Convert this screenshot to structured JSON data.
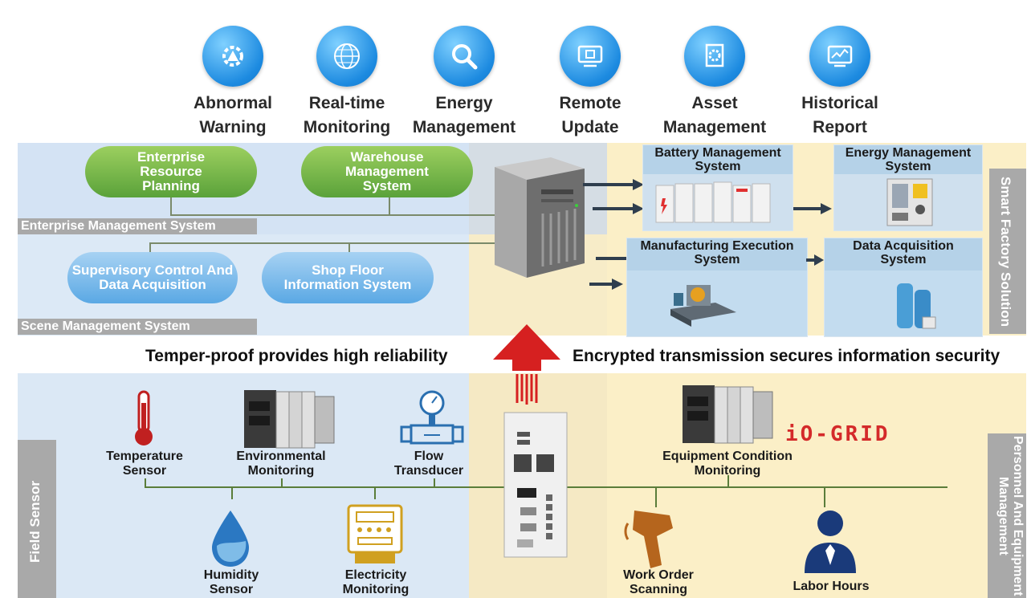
{
  "features": [
    {
      "label": "Abnormal Warning",
      "line1": "Abnormal",
      "line2": "Warning",
      "icon": "gear-warning-icon"
    },
    {
      "label": "Real-time Monitoring",
      "line1": "Real-time",
      "line2": "Monitoring",
      "icon": "globe-icon"
    },
    {
      "label": "Energy Management",
      "line1": "Energy",
      "line2": "Management",
      "icon": "magnifier-icon"
    },
    {
      "label": "Remote Update",
      "line1": "Remote",
      "line2": "Update",
      "icon": "monitor-icon"
    },
    {
      "label": "Asset Management",
      "line1": "Asset",
      "line2": "Management",
      "icon": "document-gear-icon"
    },
    {
      "label": "Historical Report",
      "line1": "Historical",
      "line2": "Report",
      "icon": "chart-monitor-icon"
    }
  ],
  "enterprise": {
    "title": "Enterprise Management System",
    "erp_l1": "Enterprise",
    "erp_l2": "Resource",
    "erp_l3": "Planning",
    "wms_l1": "Warehouse",
    "wms_l2": "Management",
    "wms_l3": "System"
  },
  "scene": {
    "title": "Scene Management System",
    "scada_l1": "Supervisory Control And",
    "scada_l2": "Data Acquisition",
    "sfis_l1": "Shop Floor",
    "sfis_l2": "Information System"
  },
  "systems": {
    "bms_l1": "Battery Management",
    "bms_l2": "System",
    "ems_l1": "Energy Management",
    "ems_l2": "System",
    "mes_l1": "Manufacturing Execution",
    "mes_l2": "System",
    "das_l1": "Data Acquisition",
    "das_l2": "System"
  },
  "side": {
    "smart_factory": "Smart Factory Solution",
    "field_sensor": "Field Sensor",
    "personnel": "Personnel And Equipment Management"
  },
  "banner": {
    "left": "Temper-proof provides high reliability",
    "right": "Encrypted transmission secures information security"
  },
  "sensors": {
    "temp_l1": "Temperature",
    "temp_l2": "Sensor",
    "env_l1": "Environmental",
    "env_l2": "Monitoring",
    "flow_l1": "Flow",
    "flow_l2": "Transducer",
    "hum_l1": "Humidity",
    "hum_l2": "Sensor",
    "elec_l1": "Electricity",
    "elec_l2": "Monitoring"
  },
  "equipment": {
    "ecm_l1": "Equipment Condition",
    "ecm_l2": "Monitoring",
    "brand": "iO-GRID",
    "work_l1": "Work Order",
    "work_l2": "Scanning",
    "labor": "Labor Hours"
  },
  "colors": {
    "light_blue_bg": "#dbe8f5",
    "cream_bg": "#fbefc7",
    "green_pill": "#6cae43",
    "blue_pill": "#6fb4e8",
    "icon_blue": "#1c8ae0",
    "arrow_red": "#d62020",
    "brand_red": "#d42a2a"
  }
}
